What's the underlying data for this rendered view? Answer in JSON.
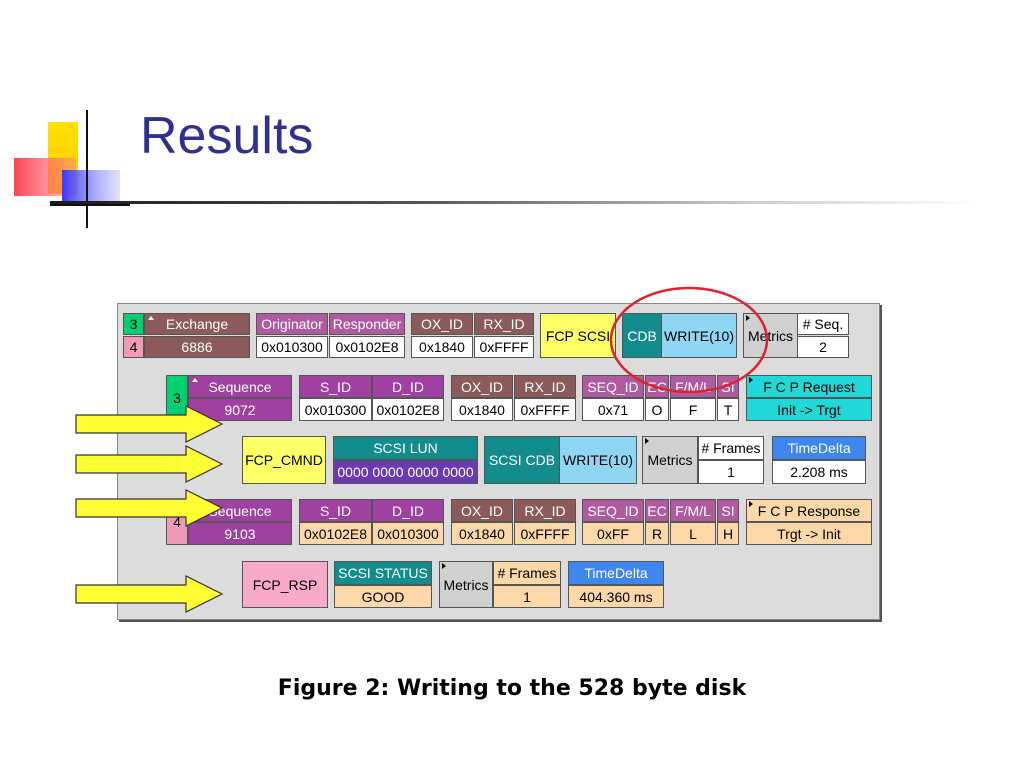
{
  "slide": {
    "title": "Results",
    "caption": "Figure 2: Writing to the 528 byte disk"
  },
  "exchange": {
    "left_top": "3",
    "left_bottom": "4",
    "label": "Exchange",
    "value": "6886",
    "originator_label": "Originator",
    "originator_value": "0x010300",
    "responder_label": "Responder",
    "responder_value": "0x0102E8",
    "ox_id_label": "OX_ID",
    "ox_id_value": "0x1840",
    "rx_id_label": "RX_ID",
    "rx_id_value": "0xFFFF",
    "fcp_scsi": "FCP SCSI",
    "cdb_label": "CDB",
    "cdb_value": "WRITE(10)",
    "metrics": "Metrics",
    "seq_label": "# Seq.",
    "seq_value": "2"
  },
  "seq1": {
    "num": "3",
    "label": "Sequence",
    "value": "9072",
    "s_id_label": "S_ID",
    "s_id_value": "0x010300",
    "d_id_label": "D_ID",
    "d_id_value": "0x0102E8",
    "ox_id_label": "OX_ID",
    "ox_id_value": "0x1840",
    "rx_id_label": "RX_ID",
    "rx_id_value": "0xFFFF",
    "seq_id_label": "SEQ_ID",
    "seq_id_value": "0x71",
    "ec_label": "EC",
    "ec_value": "O",
    "fml_label": "F/M/L",
    "fml_value": "F",
    "si_label": "SI",
    "si_value": "T",
    "fcp_label": "F C P Request",
    "fcp_value": "Init -> Trgt"
  },
  "cmnd": {
    "label": "FCP_CMND",
    "lun_label": "SCSI LUN",
    "lun_value": "0000 0000 0000 0000",
    "cdb_label": "SCSI CDB",
    "cdb_value": "WRITE(10)",
    "metrics": "Metrics",
    "frames_label": "# Frames",
    "frames_value": "1",
    "td_label": "TimeDelta",
    "td_value": "2.208 ms"
  },
  "seq2": {
    "num": "4",
    "label": "Sequence",
    "value": "9103",
    "s_id_label": "S_ID",
    "s_id_value": "0x0102E8",
    "d_id_label": "D_ID",
    "d_id_value": "0x010300",
    "ox_id_label": "OX_ID",
    "ox_id_value": "0x1840",
    "rx_id_label": "RX_ID",
    "rx_id_value": "0xFFFF",
    "seq_id_label": "SEQ_ID",
    "seq_id_value": "0xFF",
    "ec_label": "EC",
    "ec_value": "R",
    "fml_label": "F/M/L",
    "fml_value": "L",
    "si_label": "SI",
    "si_value": "H",
    "fcp_label": "F C P Response",
    "fcp_value": "Trgt -> Init"
  },
  "rsp": {
    "label": "FCP_RSP",
    "status_label": "SCSI STATUS",
    "status_value": "GOOD",
    "metrics": "Metrics",
    "frames_label": "# Frames",
    "frames_value": "1",
    "td_label": "TimeDelta",
    "td_value": "404.360 ms"
  },
  "colors": {
    "title": "#2e3192",
    "highlight_circle": "#e0202a",
    "arrow": "#ffff33"
  }
}
